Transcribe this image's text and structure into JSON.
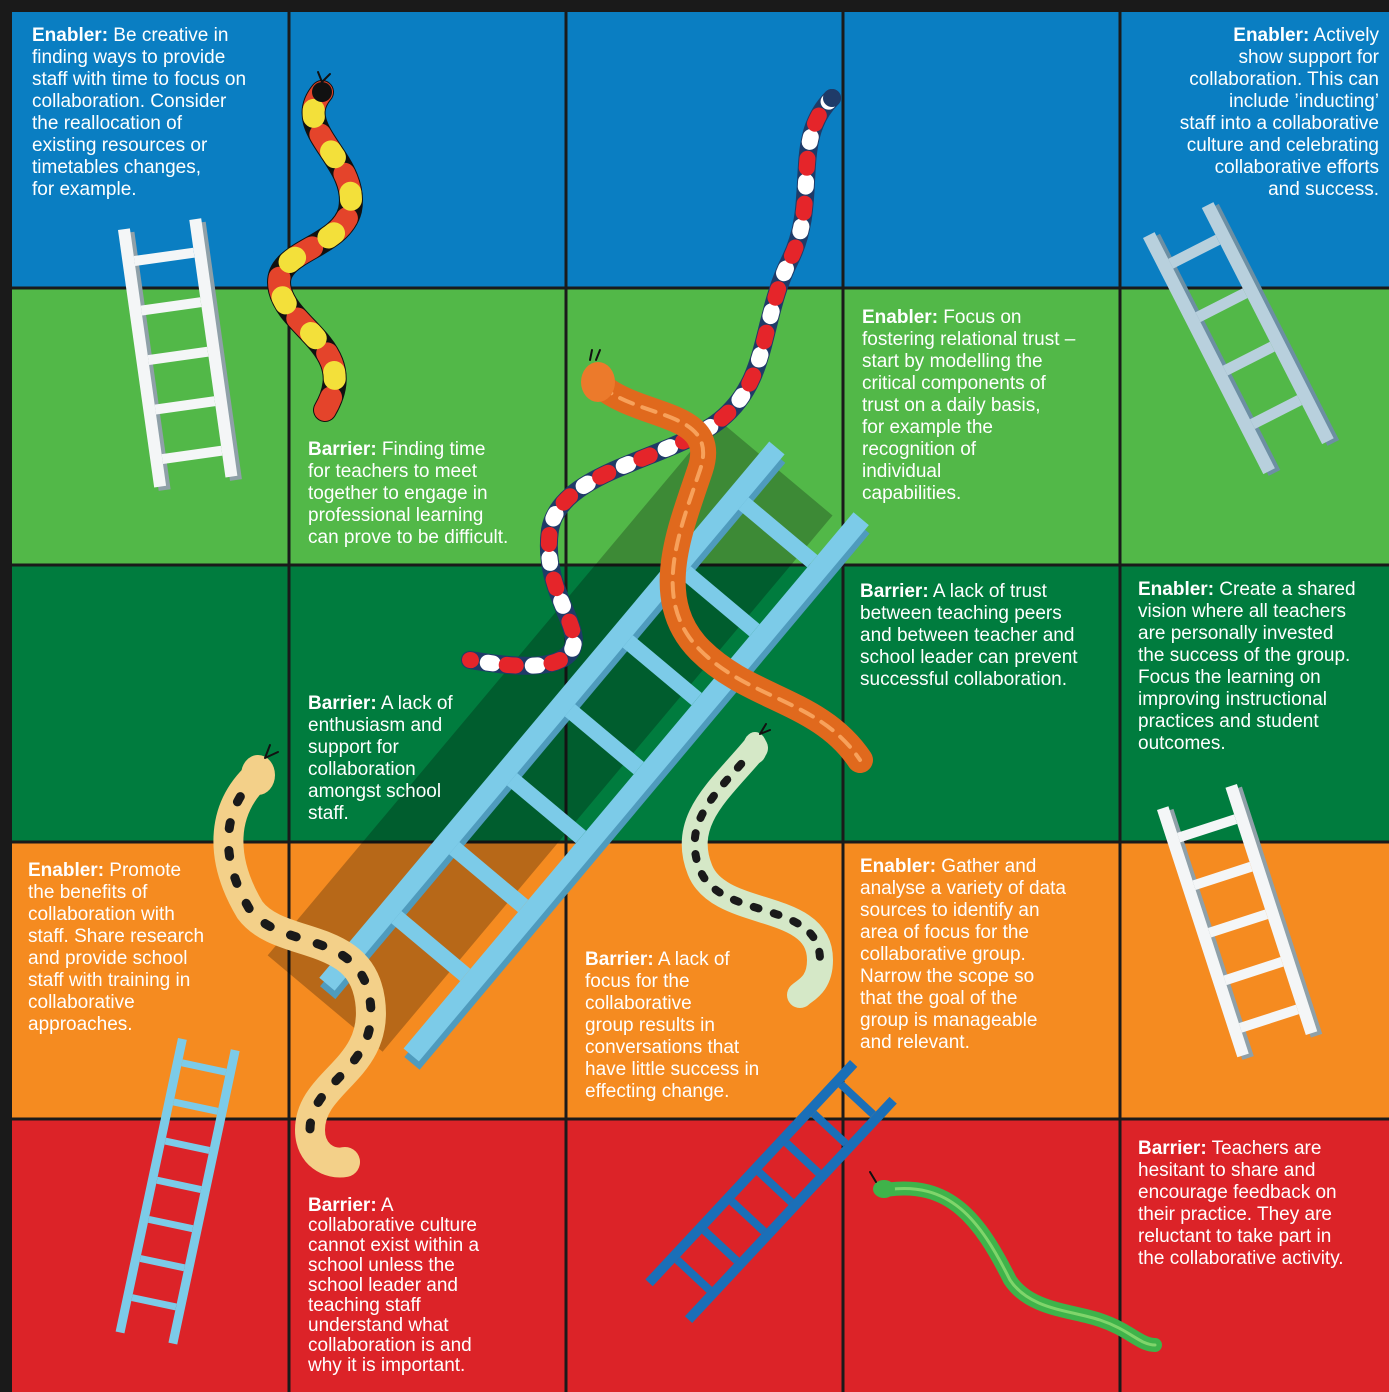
{
  "colors": {
    "row1": "#0a7ec2",
    "row2": "#52b848",
    "row3": "#007c3e",
    "row4": "#f58b20",
    "row5": "#dc2328",
    "gridline": "#1a1a1a"
  },
  "tiles": [
    {
      "id": "r1c1",
      "label": "Enabler:",
      "text": " Be creative in\nfinding ways to provide\nstaff with time to focus on\ncollaboration. Consider\nthe reallocation of\nexisting resources or\ntimetables changes,\nfor example."
    },
    {
      "id": "r1c5",
      "label": "Enabler:",
      "text": " Actively\nshow support for\ncollaboration. This can\ninclude ’inducting’\nstaff into a collaborative\nculture and celebrating\ncollaborative efforts\nand success."
    },
    {
      "id": "r2c2",
      "label": "Barrier:",
      "text": " Finding time\nfor teachers to meet\ntogether to engage in\nprofessional learning\ncan prove to be difficult."
    },
    {
      "id": "r2c4",
      "label": "Enabler:",
      "text": " Focus on\nfostering relational trust –\nstart by modelling the\ncritical components of\ntrust on a daily basis,\nfor example the\nrecognition of\nindividual\ncapabilities."
    },
    {
      "id": "r3c2",
      "label": "Barrier:",
      "text": " A lack of\nenthusiasm and\nsupport for\ncollaboration\namongst school\nstaff."
    },
    {
      "id": "r3c4",
      "label": "Barrier:",
      "text": " A lack of trust\nbetween teaching peers\nand between teacher and\nschool leader can prevent\nsuccessful collaboration."
    },
    {
      "id": "r3c5",
      "label": "Enabler:",
      "text": " Create a shared\nvision where all teachers\nare personally invested\nthe success of the group.\nFocus the learning on\nimproving instructional\npractices and student\noutcomes."
    },
    {
      "id": "r4c1",
      "label": "Enabler:",
      "text": " Promote\nthe benefits of\ncollaboration with\nstaff. Share research\nand provide school\nstaff with training in\ncollaborative\napproaches."
    },
    {
      "id": "r4c3",
      "label": "Barrier:",
      "text": " A lack of\nfocus for the\ncollaborative\ngroup results in\nconversations that\nhave little success in\neffecting change."
    },
    {
      "id": "r4c4",
      "label": "Enabler:",
      "text": " Gather and\nanalyse a variety of data\nsources to identify an\narea of focus for the\ncollaborative group.\nNarrow the scope so\nthat the goal of the\ngroup is manageable\nand relevant."
    },
    {
      "id": "r5c2",
      "label": "Barrier:",
      "text": " A\ncollaborative culture\ncannot exist within a\nschool unless the\nschool leader and\nteaching staff\nunderstand what\ncollaboration is and\nwhy it is important."
    },
    {
      "id": "r5c5",
      "label": "Barrier:",
      "text": " Teachers are\nhesitant to share and\nencourage feedback on\ntheir practice. They are\nreluctant to take part in\nthe collaborative activity."
    }
  ],
  "icons": [
    "ladder-icon",
    "snake-icon"
  ]
}
